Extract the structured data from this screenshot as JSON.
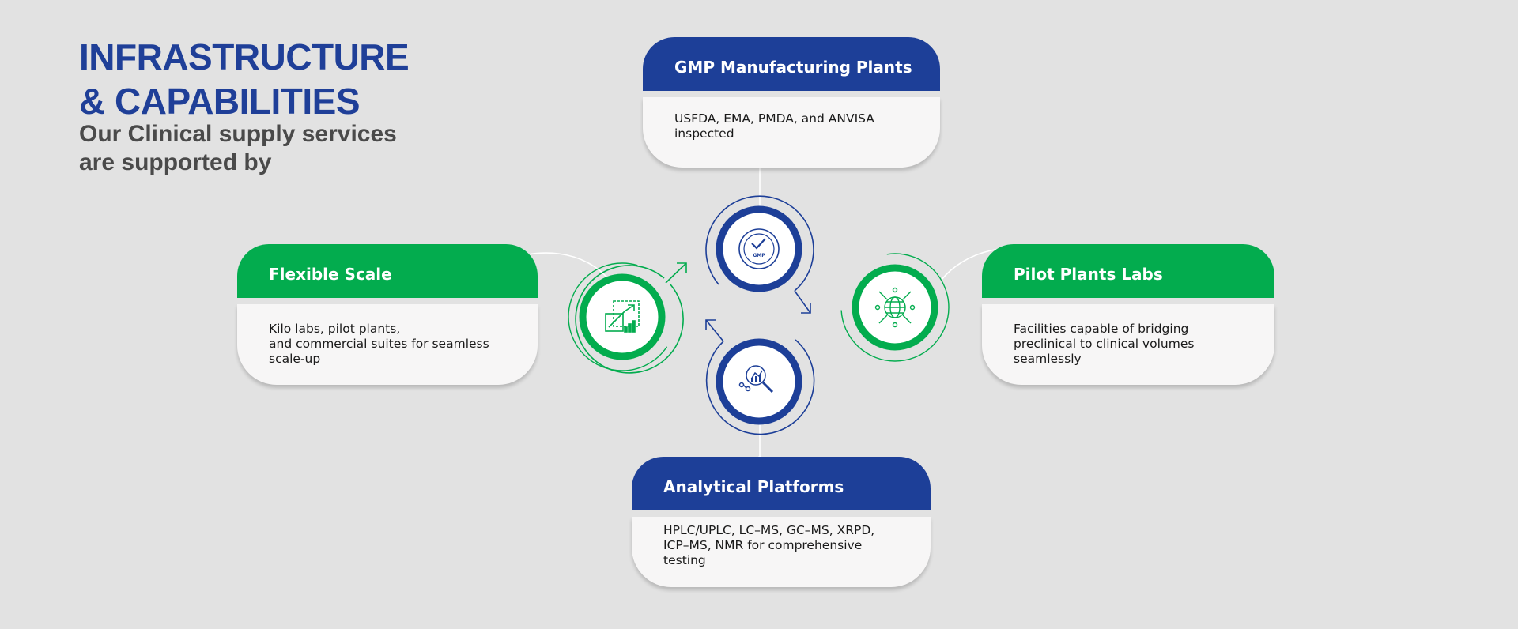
{
  "header": {
    "title_lines": [
      "INFRASTRUCTURE",
      "& CAPABILITIES"
    ],
    "subtitle_lines": [
      "Our Clinical supply services",
      "are supported by"
    ]
  },
  "cards": {
    "gmp": {
      "title": "GMP Manufacturing Plants",
      "desc_lines": [
        "USFDA, EMA, PMDA, and ANVISA",
        "inspected"
      ],
      "color": "#1d3f98"
    },
    "flexible": {
      "title": "Flexible Scale",
      "desc_lines": [
        "Kilo labs, pilot plants,",
        "and commercial suites for seamless",
        "scale-up"
      ],
      "color": "#03ac4e"
    },
    "pilot": {
      "title": "Pilot Plants Labs",
      "desc_lines": [
        "Facilities capable of bridging",
        "preclinical to clinical volumes",
        "seamlessly"
      ],
      "color": "#03ac4e"
    },
    "analytical": {
      "title": "Analytical Platforms",
      "desc_lines": [
        "HPLC/UPLC, LC–MS, GC–MS, XRPD,",
        "ICP–MS, NMR for comprehensive",
        "testing"
      ],
      "color": "#1d3f98"
    }
  },
  "icons": {
    "gmp_badge_text": "GMP",
    "gmp": "gmp-check-badge-icon",
    "flexible": "scale-up-growth-icon",
    "pilot": "globe-network-icon",
    "analytical": "analytics-magnifier-icon"
  },
  "colors": {
    "blue": "#1d3f98",
    "green": "#03ac4e",
    "background": "#e2e2e2",
    "card_body": "#f7f6f6"
  }
}
